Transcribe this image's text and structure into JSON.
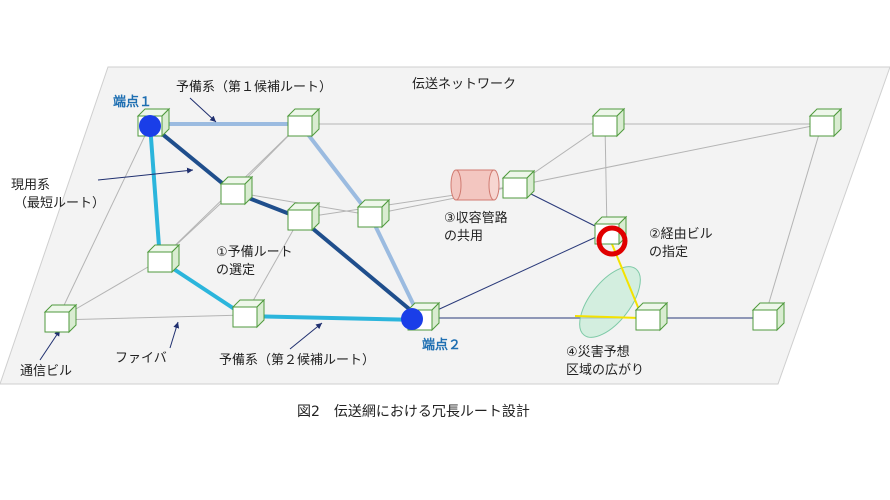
{
  "diagram": {
    "title": "伝送ネットワーク",
    "caption": "図2　伝送網における冗長ルート設計",
    "endpoint1": "端点１",
    "endpoint2": "端点２",
    "backup_route_1": "予備系（第１候補ルート）",
    "backup_route_2": "予備系（第２候補ルート）",
    "active_route_line1": "現用系",
    "active_route_line2": "（最短ルート）",
    "fiber": "ファイバ",
    "building": "通信ビル",
    "point1_line1": "①予備ルート",
    "point1_line2": "の選定",
    "point2_line1": "②経由ビル",
    "point2_line2": "の指定",
    "point3_line1": "③収容管路",
    "point3_line2": "の共用",
    "point4_line1": "④災害予想",
    "point4_line2": "区域の広がり"
  },
  "colors": {
    "active_route": "#1f4e8c",
    "backup_route_1": "#9bbbe0",
    "backup_route_2": "#2bb5dc",
    "node_edge": "#4f9a3d",
    "endpoint": "#1a3ee8",
    "marker_ring": "#e00000"
  }
}
